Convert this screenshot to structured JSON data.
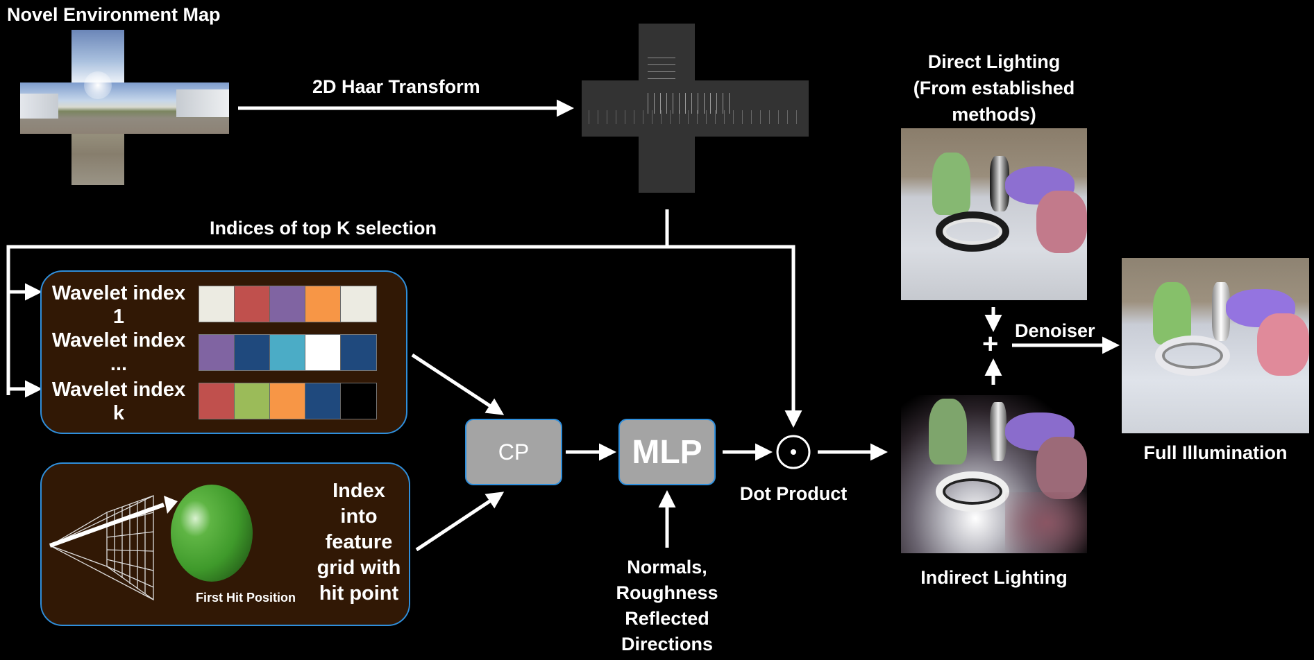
{
  "title": "Novel Environment Map",
  "haar": {
    "label": "2D Haar Transform"
  },
  "topk": {
    "label": "Indices of top K selection"
  },
  "wavelet_panel": {
    "rows": [
      {
        "label_line1": "Wavelet index",
        "label_line2": "1",
        "colors": [
          "#ecebe2",
          "#c0504d",
          "#8064a2",
          "#f79646",
          "#ecebe2"
        ]
      },
      {
        "label_line1": "Wavelet index",
        "label_line2": "...",
        "colors": [
          "#8064a2",
          "#1f497d",
          "#4bacc6",
          "#ffffff",
          "#1f497d"
        ]
      },
      {
        "label_line1": "Wavelet index",
        "label_line2": "k",
        "colors": [
          "#c0504d",
          "#9bbb59",
          "#f79646",
          "#1f497d",
          "#000000"
        ]
      }
    ]
  },
  "hit_panel": {
    "sphere_caption": "First Hit Position",
    "text_lines": [
      "Index",
      "into",
      "feature",
      "grid with",
      "hit point"
    ]
  },
  "nodes": {
    "cp": "CP",
    "mlp": "MLP"
  },
  "dot": {
    "symbol": "⊙",
    "label": "Dot Product"
  },
  "mlp_inputs": [
    "Normals,",
    "Roughness",
    "Reflected",
    "Directions"
  ],
  "direct": {
    "lines": [
      "Direct Lighting",
      "(From established",
      "methods)"
    ]
  },
  "indirect": {
    "label": "Indirect Lighting"
  },
  "combine": {
    "plus": "+",
    "denoiser": "Denoiser"
  },
  "full": {
    "label": "Full Illumination"
  },
  "colors": {
    "panel_bg": "#311805",
    "panel_border": "#2f8fdc",
    "node_fill": "#a4a4a4"
  }
}
